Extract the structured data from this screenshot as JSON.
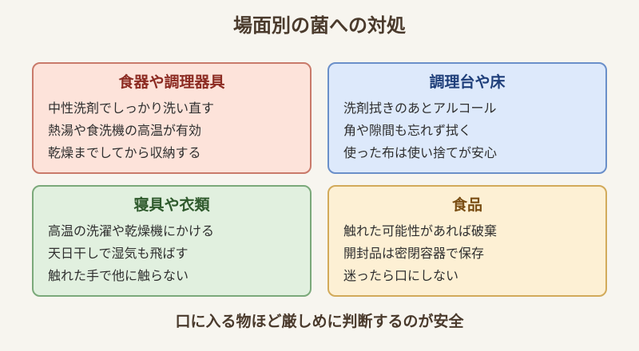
{
  "title": "場面別の菌への対処",
  "cards": [
    {
      "heading": "食器や調理器具",
      "lines": [
        "中性洗剤でしっかり洗い直す",
        "熱湯や食洗機の高温が有効",
        "乾燥までしてから収納する"
      ]
    },
    {
      "heading": "調理台や床",
      "lines": [
        "洗剤拭きのあとアルコール",
        "角や隙間も忘れず拭く",
        "使った布は使い捨てが安心"
      ]
    },
    {
      "heading": "寝具や衣類",
      "lines": [
        "高温の洗濯や乾燥機にかける",
        "天日干しで湿気も飛ばす",
        "触れた手で他に触らない"
      ]
    },
    {
      "heading": "食品",
      "lines": [
        "触れた可能性があれば破棄",
        "開封品は密閉容器で保存",
        "迷ったら口にしない"
      ]
    }
  ],
  "footer": "口に入る物ほど厳しめに判断するのが安全"
}
